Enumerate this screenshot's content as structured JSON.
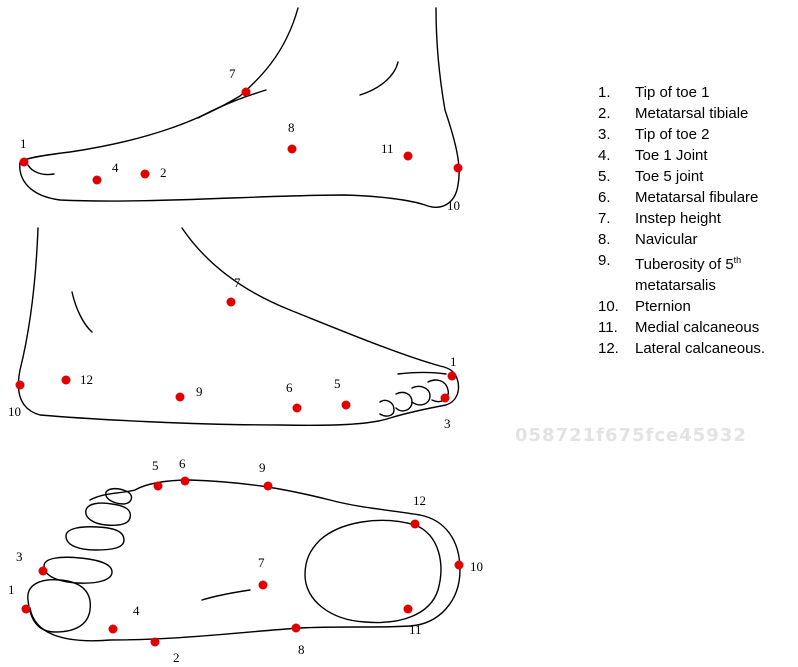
{
  "legend": {
    "items": [
      {
        "num": "1.",
        "text": "Tip of toe 1"
      },
      {
        "num": "2.",
        "text": "Metatarsal tibiale"
      },
      {
        "num": "3.",
        "text": "Tip of toe 2"
      },
      {
        "num": "4.",
        "text": "Toe 1 Joint"
      },
      {
        "num": "5.",
        "text": "Toe 5 joint"
      },
      {
        "num": "6.",
        "text": "Metatarsal fibulare"
      },
      {
        "num": "7.",
        "text": "Instep height"
      },
      {
        "num": "8.",
        "text": "Navicular"
      },
      {
        "num": "9.",
        "text": "Tuberosity of 5",
        "sup": "th",
        "text2": "metatarsalis"
      },
      {
        "num": "10.",
        "text": "Pternion"
      },
      {
        "num": "11.",
        "text": "Medial calcaneous"
      },
      {
        "num": "12.",
        "text": "Lateral calcaneous."
      }
    ]
  },
  "watermark": "058721f675fce45932",
  "point_color": "#e00000",
  "views": {
    "medial": {
      "labels": [
        "1",
        "4",
        "2",
        "7",
        "8",
        "11",
        "10"
      ]
    },
    "lateral": {
      "labels": [
        "7",
        "1",
        "12",
        "9",
        "6",
        "5",
        "10",
        "3"
      ]
    },
    "plantar": {
      "labels": [
        "5",
        "6",
        "9",
        "12",
        "3",
        "7",
        "10",
        "1",
        "4",
        "11",
        "2",
        "8"
      ]
    }
  }
}
